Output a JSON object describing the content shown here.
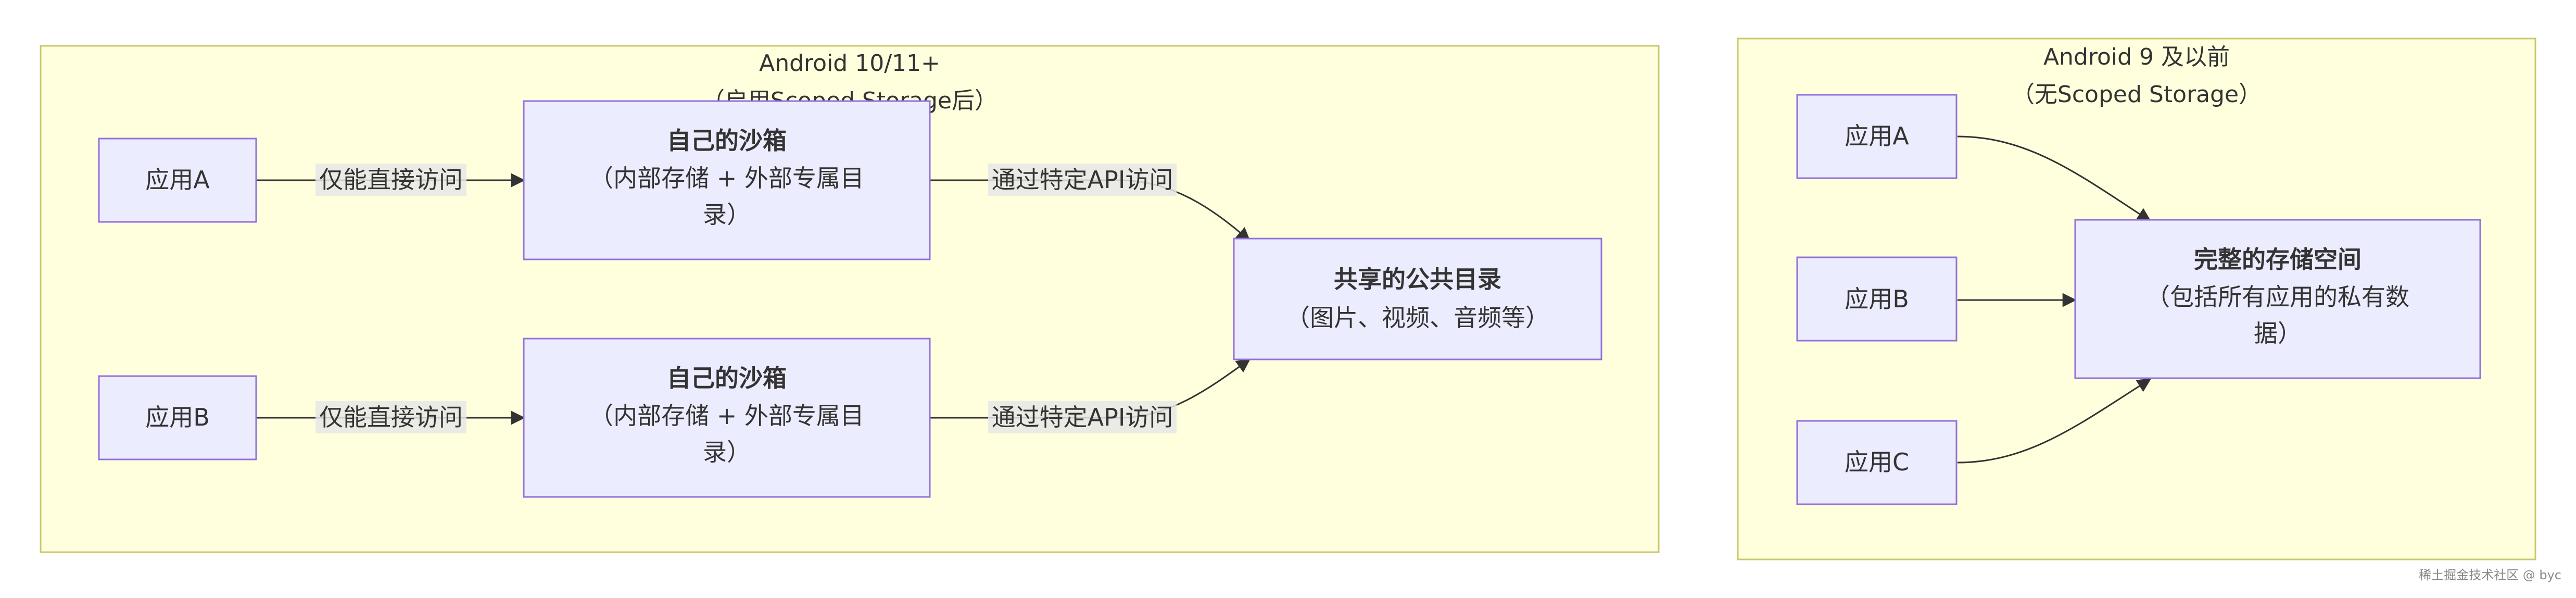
{
  "clusters": {
    "scoped": {
      "title_line1": "Android 10/11+",
      "title_line2": "（启用Scoped Storage后）"
    },
    "legacy": {
      "title_line1": "Android 9 及以前",
      "title_line2": "（无Scoped Storage）"
    }
  },
  "nodes": {
    "app_a_scoped": "应用A",
    "app_b_scoped": "应用B",
    "sandbox_a": {
      "title": "自己的沙箱",
      "line1": "（内部存储 + 外部专属目",
      "line2": "录）"
    },
    "sandbox_b": {
      "title": "自己的沙箱",
      "line1": "（内部存储 + 外部专属目",
      "line2": "录）"
    },
    "shared_dir": {
      "title": "共享的公共目录",
      "line1": "（图片、视频、音频等）"
    },
    "app_a_legacy": "应用A",
    "app_b_legacy": "应用B",
    "app_c_legacy": "应用C",
    "full_storage": {
      "title": "完整的存储空间",
      "line1": "（包括所有应用的私有数",
      "line2": "据）"
    }
  },
  "edges": {
    "direct_access_a": "仅能直接访问",
    "direct_access_b": "仅能直接访问",
    "api_access_a": "通过特定API访问",
    "api_access_b": "通过特定API访问"
  },
  "colors": {
    "cluster_fill": "#ffffde",
    "cluster_stroke": "#c8c86a",
    "node_fill": "#ececff",
    "node_stroke": "#9370db",
    "edge": "#333333"
  },
  "watermark": "稀土掘金技术社区 @ byc"
}
